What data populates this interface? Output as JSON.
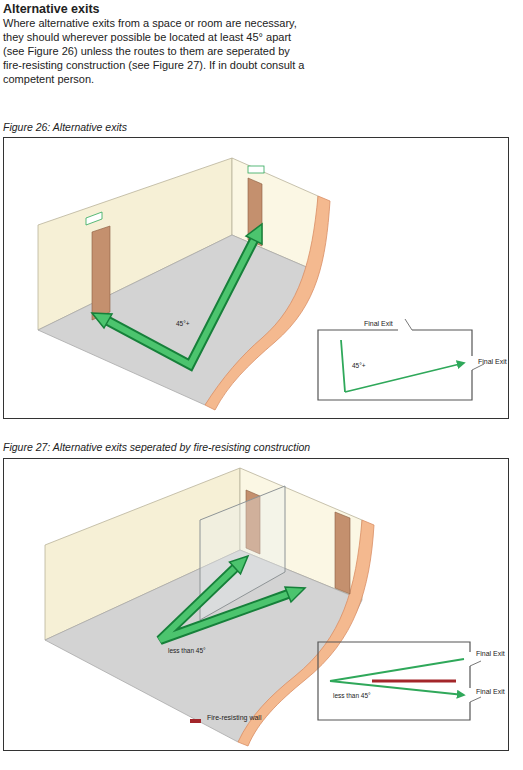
{
  "diagram": {
    "title": "Alternative exits",
    "labels": [
      "Where alternative exits from a space or room are necessary, they should wherever possible be located at least 45° apart (see Figure 26) unless the routes to them are seperated by fire-resisting construction (see Figure 27). If in doubt consult a competent person.",
      "Figure 26: Alternative exits",
      "45°+",
      "Final Exit",
      "Final Exit",
      "45°+",
      "Figure 27: Alternative exits seperated by fire-resisting construction",
      "less than 45°",
      "Final Exit",
      "Final Exit",
      "less than 45°"
    ],
    "legend": [
      {
        "text": "Fire-resisting wall",
        "color": "#a3262a"
      }
    ]
  }
}
